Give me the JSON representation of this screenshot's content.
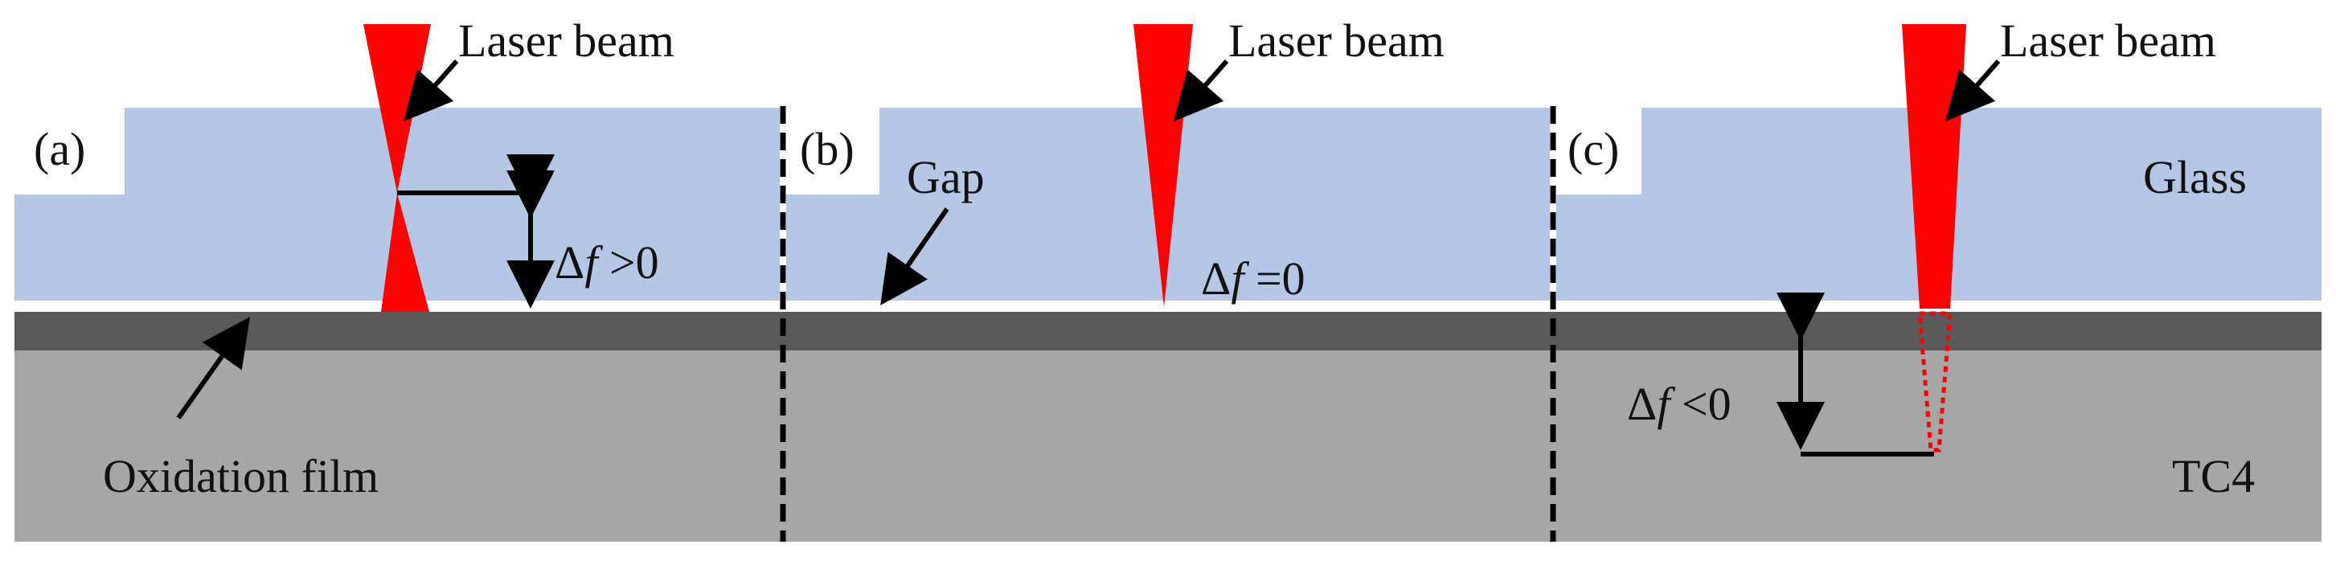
{
  "colors": {
    "glass": "#b4c7e7",
    "substrate": "#a6a6a6",
    "oxide_film": "#595959",
    "laser": "#ff0000",
    "line": "#000000"
  },
  "panels": [
    {
      "tag": "(a)",
      "beam_label": "Laser beam",
      "focus_label_prefix": "Δ",
      "focus_label_var": "f",
      "focus_label_rel": " >0"
    },
    {
      "tag": "(b)",
      "beam_label": "Laser beam",
      "focus_label_prefix": "Δ",
      "focus_label_var": "f",
      "focus_label_rel": " =0"
    },
    {
      "tag": "(c)",
      "beam_label": "Laser beam",
      "focus_label_prefix": "Δ",
      "focus_label_var": "f",
      "focus_label_rel": " <0"
    }
  ],
  "labels": {
    "gap": "Gap",
    "oxidation_film": "Oxidation film",
    "glass": "Glass",
    "substrate": "TC4"
  }
}
